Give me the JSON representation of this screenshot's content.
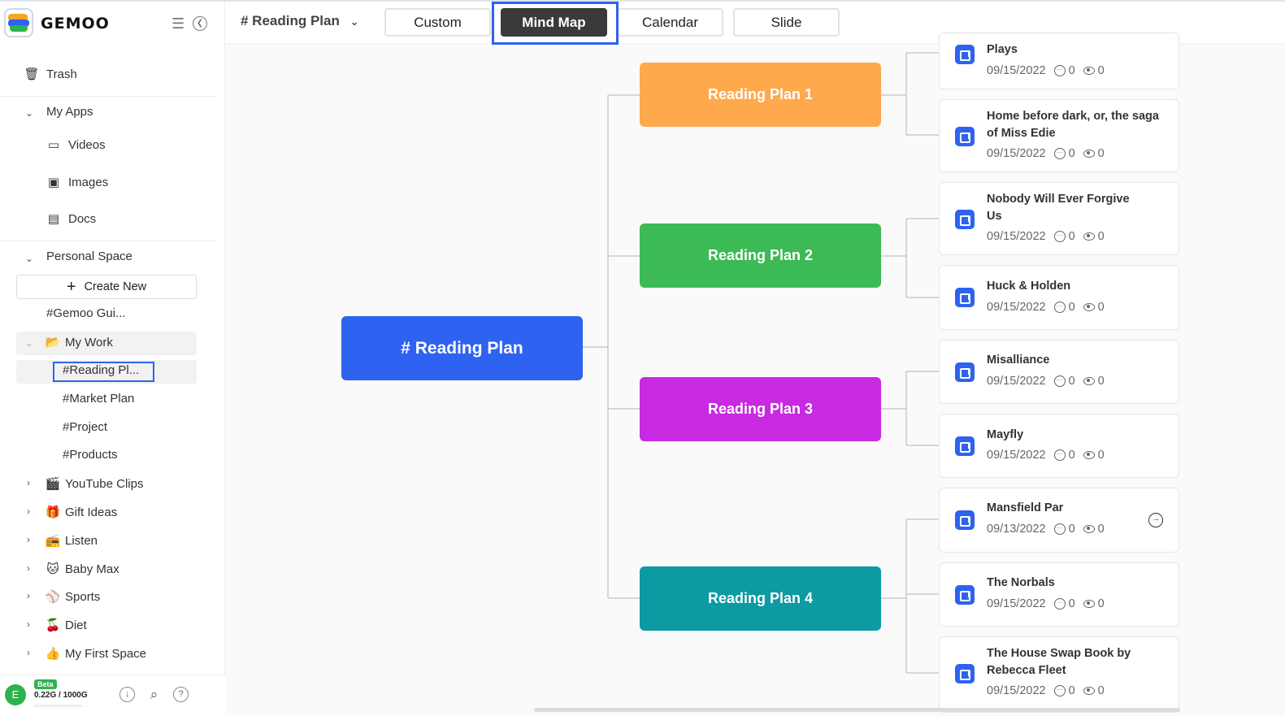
{
  "app": {
    "brand": "GEMOO"
  },
  "sidebar": {
    "trash": "Trash",
    "my_apps": "My Apps",
    "apps": [
      "Videos",
      "Images",
      "Docs"
    ],
    "personal_space": "Personal Space",
    "create_new": "Create New",
    "items": {
      "gemoo_guide": "#Gemoo Gui...",
      "my_work": "My Work",
      "reading_plan": "#Reading Pl...",
      "market_plan": "#Market Plan",
      "project": "#Project",
      "products": "#Products"
    },
    "spaces": [
      "YouTube Clips",
      "Gift Ideas",
      "Listen",
      "Baby Max",
      "Sports",
      "Diet",
      "My First Space"
    ],
    "footer": {
      "avatar": "E",
      "beta": "Beta",
      "usage": "0.22G / 1000G"
    }
  },
  "header": {
    "title": "# Reading Plan",
    "tabs": [
      "Custom",
      "Mind Map",
      "Calendar",
      "Slide"
    ],
    "active_tab": "Mind Map"
  },
  "mindmap": {
    "root": {
      "label": "# Reading Plan",
      "color": "#2e62f0"
    },
    "branches": [
      {
        "label": "Reading Plan 1",
        "color": "#ffa94d"
      },
      {
        "label": "Reading Plan 2",
        "color": "#3cba55"
      },
      {
        "label": "Reading Plan 3",
        "color": "#c72ae0"
      },
      {
        "label": "Reading Plan 4",
        "color": "#0c9aa3"
      }
    ],
    "cards": [
      {
        "title": "Plays",
        "date": "09/15/2022",
        "comments": "0",
        "views": "0"
      },
      {
        "title": "Home before dark, or, the saga of Miss Edie",
        "date": "09/15/2022",
        "comments": "0",
        "views": "0"
      },
      {
        "title": "Nobody Will Ever Forgive Us",
        "date": "09/15/2022",
        "comments": "0",
        "views": "0"
      },
      {
        "title": "Huck & Holden",
        "date": "09/15/2022",
        "comments": "0",
        "views": "0"
      },
      {
        "title": "Misalliance",
        "date": "09/15/2022",
        "comments": "0",
        "views": "0"
      },
      {
        "title": "Mayfly",
        "date": "09/15/2022",
        "comments": "0",
        "views": "0"
      },
      {
        "title": "Mansfield Par",
        "date": "09/13/2022",
        "comments": "0",
        "views": "0"
      },
      {
        "title": "The Norbals",
        "date": "09/15/2022",
        "comments": "0",
        "views": "0"
      },
      {
        "title": "The House Swap Book by Rebecca Fleet",
        "date": "09/15/2022",
        "comments": "0",
        "views": "0"
      }
    ]
  }
}
